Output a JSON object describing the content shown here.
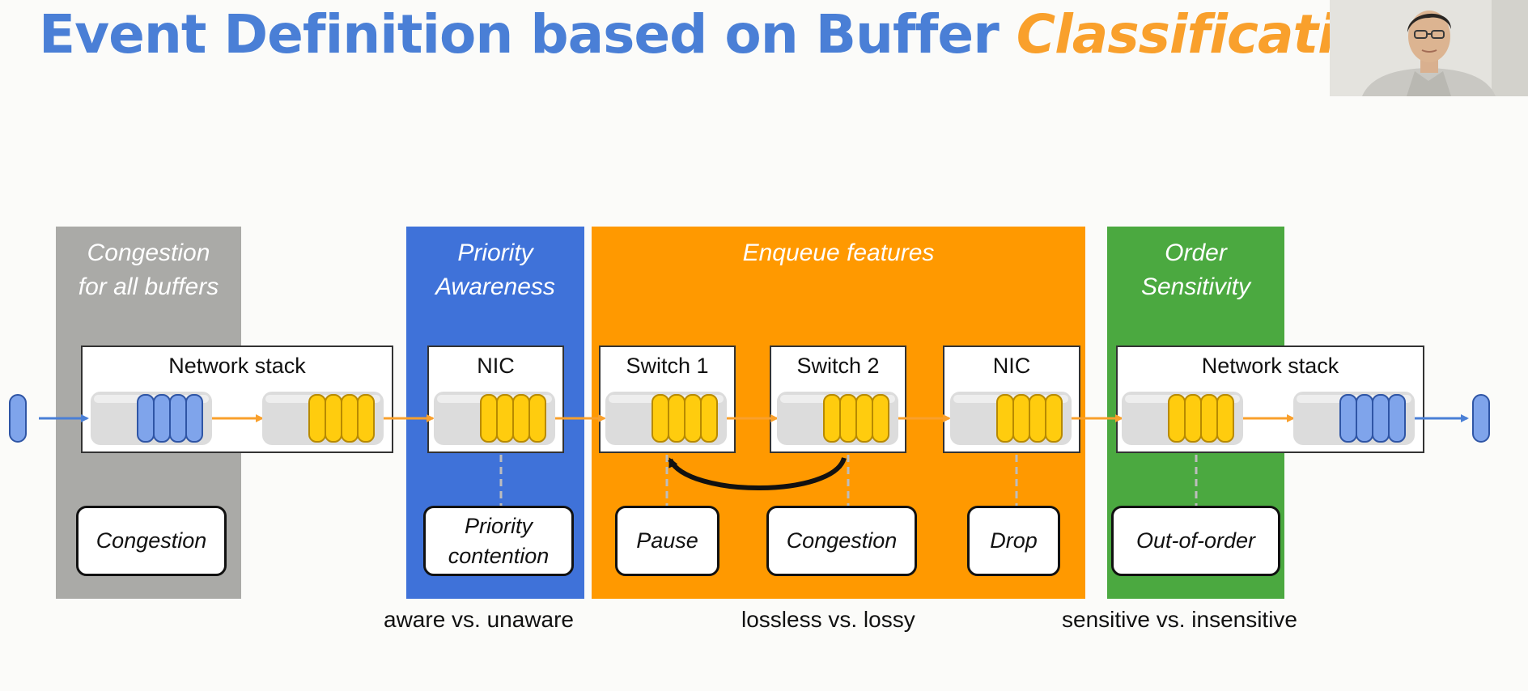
{
  "slide": {
    "title_main": "Event Definition based on Buffer ",
    "title_highlight": "Classification"
  },
  "colors": {
    "title_blue": "#4a7fd6",
    "title_orange": "#f9a02c",
    "congestion_band": "#aaaaa7",
    "priority_band": "#3f72d9",
    "enqueue_band": "#ff9900",
    "order_band": "#4ba940",
    "packet_blue": "#7fa4eb",
    "packet_yellow": "#ffcc0e",
    "arrow_blue": "#4a7fd6",
    "arrow_orange": "#f9a02c"
  },
  "bands": [
    {
      "label": "Congestion\nfor all buffers"
    },
    {
      "label": "Priority\nAwareness"
    },
    {
      "label": "Enqueue features"
    },
    {
      "label": "Order\nSensitivity"
    }
  ],
  "devices": [
    {
      "label": "Network stack"
    },
    {
      "label": "NIC"
    },
    {
      "label": "Switch 1"
    },
    {
      "label": "Switch 2"
    },
    {
      "label": "NIC"
    },
    {
      "label": "Network stack"
    }
  ],
  "events": [
    {
      "label": "Congestion"
    },
    {
      "label": "Priority\ncontention"
    },
    {
      "label": "Pause"
    },
    {
      "label": "Congestion"
    },
    {
      "label": "Drop"
    },
    {
      "label": "Out-of-order"
    }
  ],
  "captions": [
    {
      "text": "aware vs. unaware"
    },
    {
      "text": "lossless vs. lossy"
    },
    {
      "text": "sensitive vs. insensitive"
    }
  ],
  "webcam": {
    "icon": "presenter-video"
  }
}
